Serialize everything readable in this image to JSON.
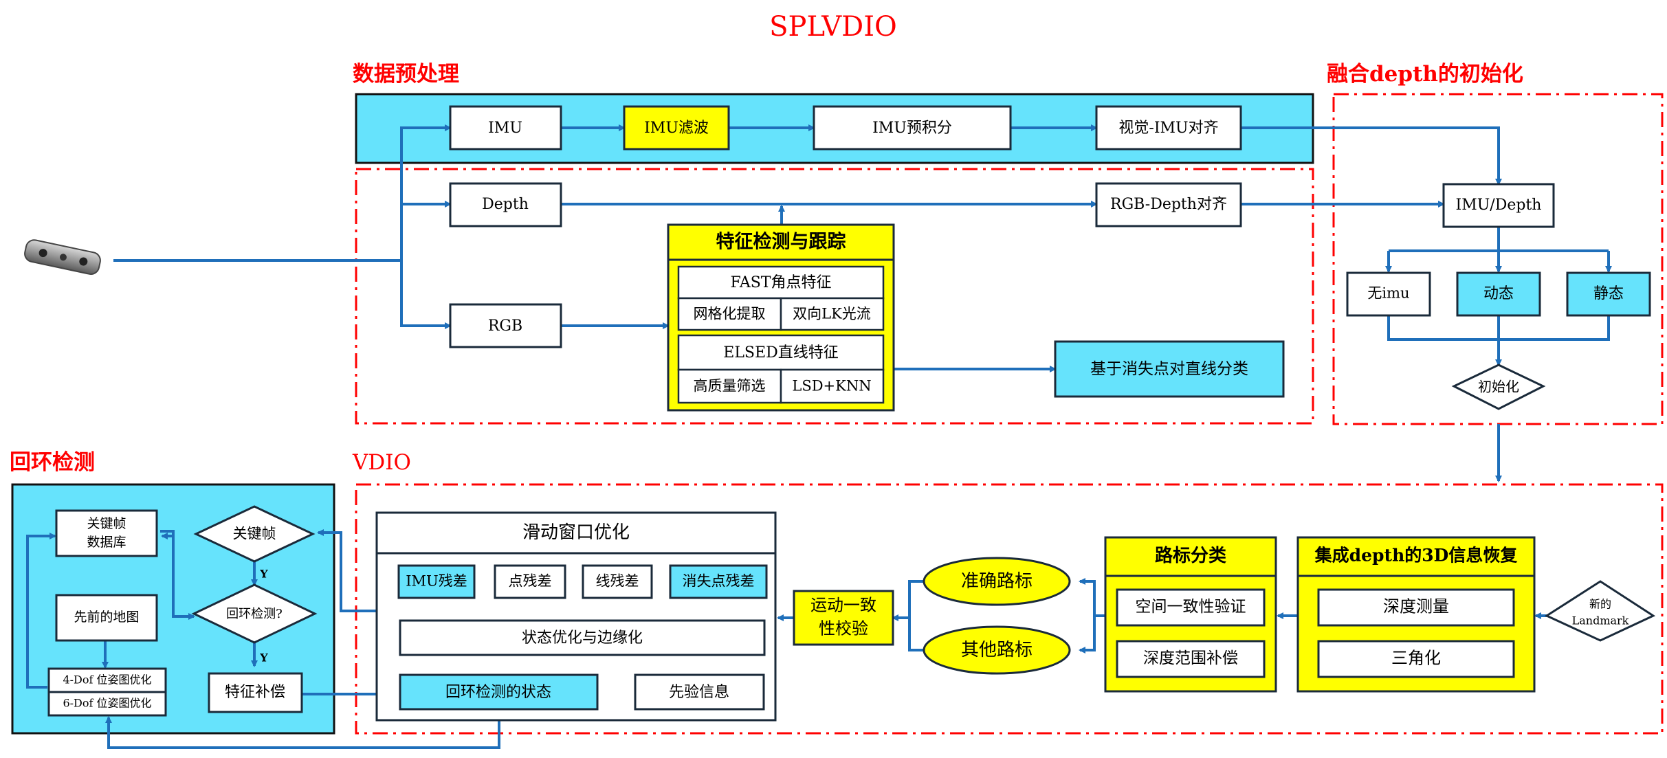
{
  "title": "SPLVDIO",
  "sections": {
    "preprocess": "数据预处理",
    "depth_init": "融合depth的初始化",
    "loop": "回环检测",
    "vdio": "VDIO"
  },
  "preprocess": {
    "imu": "IMU",
    "imu_filter": "IMU滤波",
    "imu_preint": "IMU预积分",
    "visual_imu_align": "视觉-IMU对齐",
    "depth": "Depth",
    "rgb": "RGB",
    "rgb_depth_align": "RGB-Depth对齐",
    "feature_title": "特征检测与跟踪",
    "fast": "FAST角点特征",
    "grid": "网格化提取",
    "lk": "双向LK光流",
    "elsed": "ELSED直线特征",
    "hq": "高质量筛选",
    "lsd": "LSD+KNN",
    "vp_class": "基于消失点对直线分类"
  },
  "init": {
    "imu_depth": "IMU/Depth",
    "no_imu": "无imu",
    "dynamic": "动态",
    "static": "静态",
    "init": "初始化"
  },
  "vdio": {
    "sw_title": "滑动窗口优化",
    "imu_res": "IMU残差",
    "point_res": "点残差",
    "line_res": "线残差",
    "vp_res": "消失点残差",
    "state_opt": "状态优化与边缘化",
    "loop_state": "回环检测的状态",
    "prior": "先验信息",
    "motion": [
      "运动一致",
      "性校验"
    ],
    "accurate": "准确路标",
    "other": "其他路标",
    "lm_class_title": "路标分类",
    "spatial": "空间一致性验证",
    "depth_comp": "深度范围补偿",
    "recover_title": "集成depth的3D信息恢复",
    "depth_meas": "深度测量",
    "triang": "三角化",
    "new_lm": [
      "新的",
      "Landmark"
    ]
  },
  "loop": {
    "kf_db": [
      "关键帧",
      "数据库"
    ],
    "kf": "关键帧",
    "loop_q": "回环检测?",
    "prev_map": "先前的地图",
    "dof4": "4-Dof 位姿图优化",
    "dof6": "6-Dof 位姿图优化",
    "feat_comp": "特征补偿",
    "y1": "Y",
    "y2": "Y"
  },
  "colors": {
    "cyan": "#66e3fc",
    "yellow": "#ffff00",
    "red": "#ff0000",
    "arrow": "#1f6fba",
    "dark": "#1a2a3a"
  }
}
